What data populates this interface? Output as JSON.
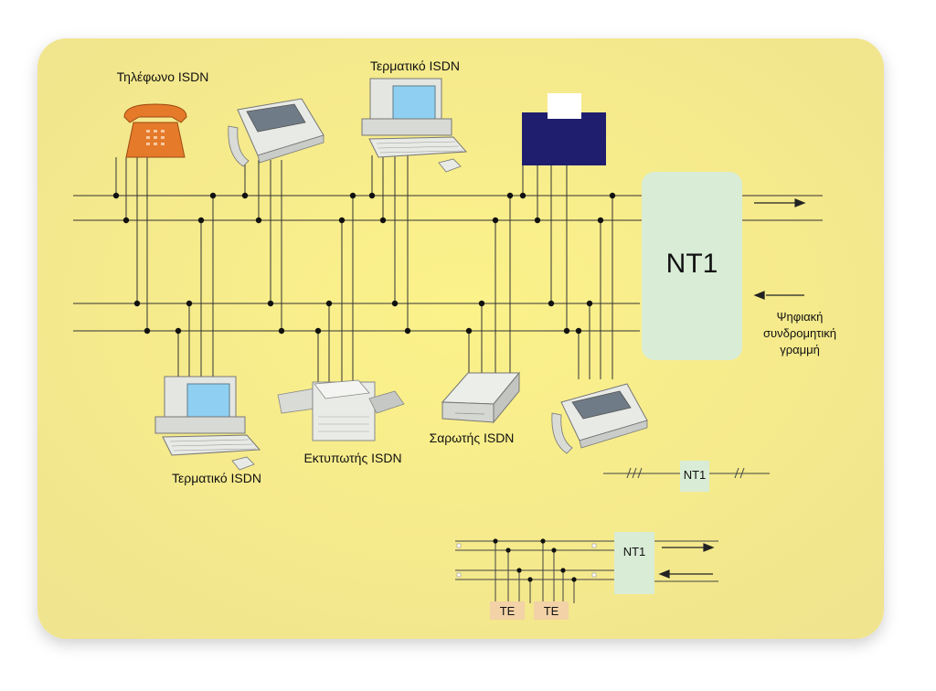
{
  "devices": {
    "phone_top": "Τηλέφωνο ISDN",
    "terminal_top": "Τερματικό ISDN",
    "terminal_bottom": "Τερματικό ISDN",
    "printer": "Εκτυπωτής ISDN",
    "scanner": "Σαρωτής ISDN"
  },
  "nt1": {
    "main": "NT1",
    "small": "NT1",
    "inset": "NT1"
  },
  "line_caption": {
    "l1": "Ψηφιακή",
    "l2": "συνδρομητική",
    "l3": "γραμμή"
  },
  "inset": {
    "te1": "TE",
    "te2": "TE"
  },
  "colors": {
    "panel": "#f8ee8c",
    "nt1_box": "#d9ecd6",
    "te_box": "#f2d2a6",
    "phone": "#e47a2a",
    "fax_dark": "#1f1e6e",
    "screen": "#8fd0f2"
  }
}
